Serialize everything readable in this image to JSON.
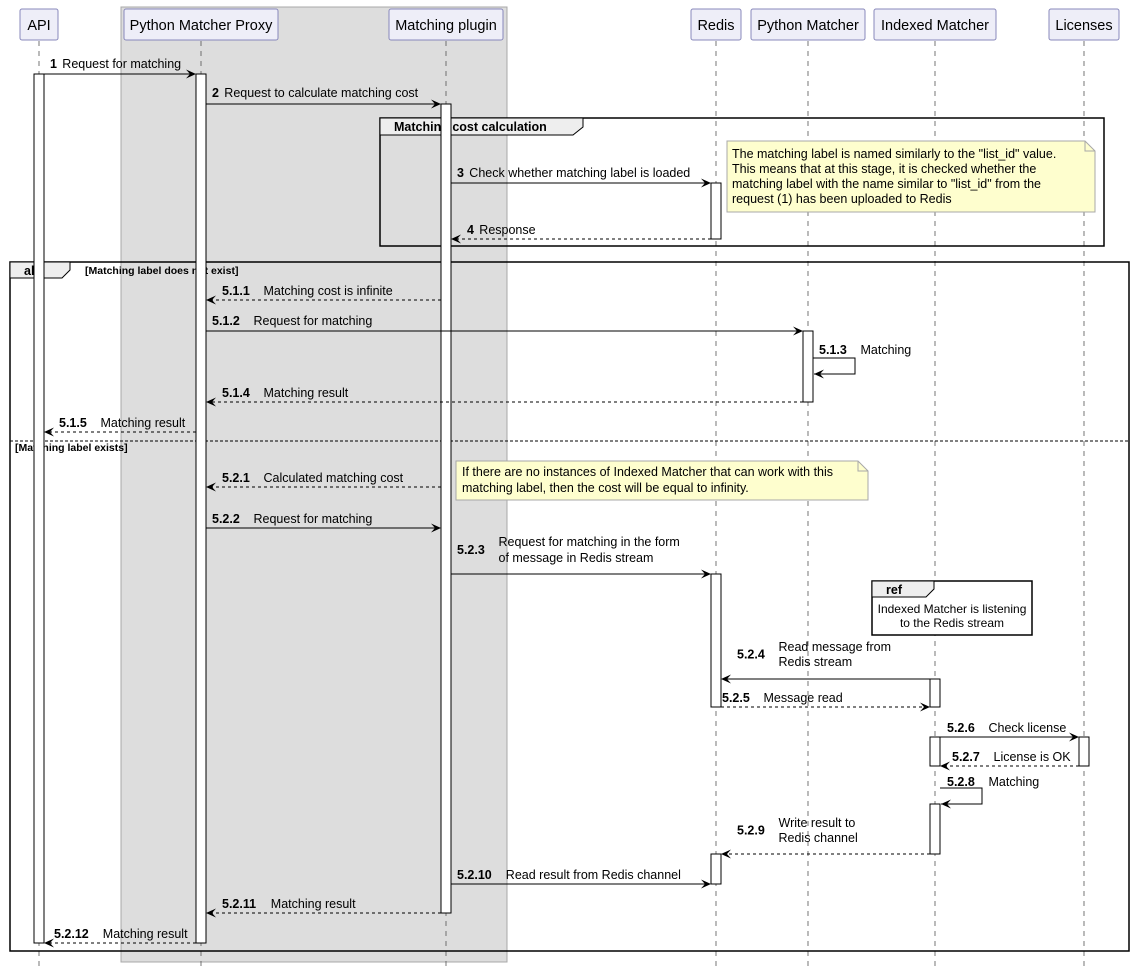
{
  "participants": [
    "API",
    "Python Matcher Proxy",
    "Matching plugin",
    "Redis",
    "Python Matcher",
    "Indexed Matcher",
    "Licenses"
  ],
  "messages": [
    {
      "num": "1",
      "text": [
        "Request for matching"
      ]
    },
    {
      "num": "2",
      "text": [
        "Request to calculate matching cost"
      ]
    },
    {
      "num": "3",
      "text": [
        "Check whether matching label is loaded"
      ]
    },
    {
      "num": "4",
      "text": [
        "Response"
      ]
    },
    {
      "num": "5.1.1",
      "text": [
        "Matching cost is infinite"
      ]
    },
    {
      "num": "5.1.2",
      "text": [
        "Request for matching"
      ]
    },
    {
      "num": "5.1.3",
      "text": [
        "Matching"
      ]
    },
    {
      "num": "5.1.4",
      "text": [
        "Matching result"
      ]
    },
    {
      "num": "5.1.5",
      "text": [
        "Matching result"
      ]
    },
    {
      "num": "5.2.1",
      "text": [
        "Calculated matching cost"
      ]
    },
    {
      "num": "5.2.2",
      "text": [
        "Request for matching"
      ]
    },
    {
      "num": "5.2.3",
      "text": [
        "Request for matching in the form",
        "of message in Redis stream"
      ]
    },
    {
      "num": "5.2.4",
      "text": [
        "Read message from",
        "Redis stream"
      ]
    },
    {
      "num": "5.2.5",
      "text": [
        "Message read"
      ]
    },
    {
      "num": "5.2.6",
      "text": [
        "Check license"
      ]
    },
    {
      "num": "5.2.7",
      "text": [
        "License is OK"
      ]
    },
    {
      "num": "5.2.8",
      "text": [
        "Matching"
      ]
    },
    {
      "num": "5.2.9",
      "text": [
        "Write result to",
        "Redis channel"
      ]
    },
    {
      "num": "5.2.10",
      "text": [
        "Read result from Redis channel"
      ]
    },
    {
      "num": "5.2.11",
      "text": [
        "Matching result"
      ]
    },
    {
      "num": "5.2.12",
      "text": [
        "Matching result"
      ]
    }
  ],
  "group_label": "Matching cost calculation",
  "alt": {
    "label": "alt",
    "guard_1": "[Matching label does not exist]",
    "guard_2": "[Matching label exists]"
  },
  "notes": {
    "note_1": [
      "The matching label is named similarly to the \"list_id\" value.",
      "This means that at this stage, it is checked whether the",
      "matching label with the name similar to \"list_id\" from the",
      "request (1) has been uploaded to Redis"
    ],
    "note_2": [
      "If there are no instances of Indexed Matcher that can work with this",
      "matching label, then the cost will be equal to infinity."
    ]
  },
  "ref": {
    "label": "ref",
    "text": [
      "Indexed Matcher is listening",
      "to the Redis stream"
    ]
  },
  "colors": {
    "participant_fill": "#eeeef8",
    "participant_stroke": "#8888bb",
    "box_fill": "#dddddd",
    "note_fill": "#fefece",
    "line": "#000000"
  }
}
